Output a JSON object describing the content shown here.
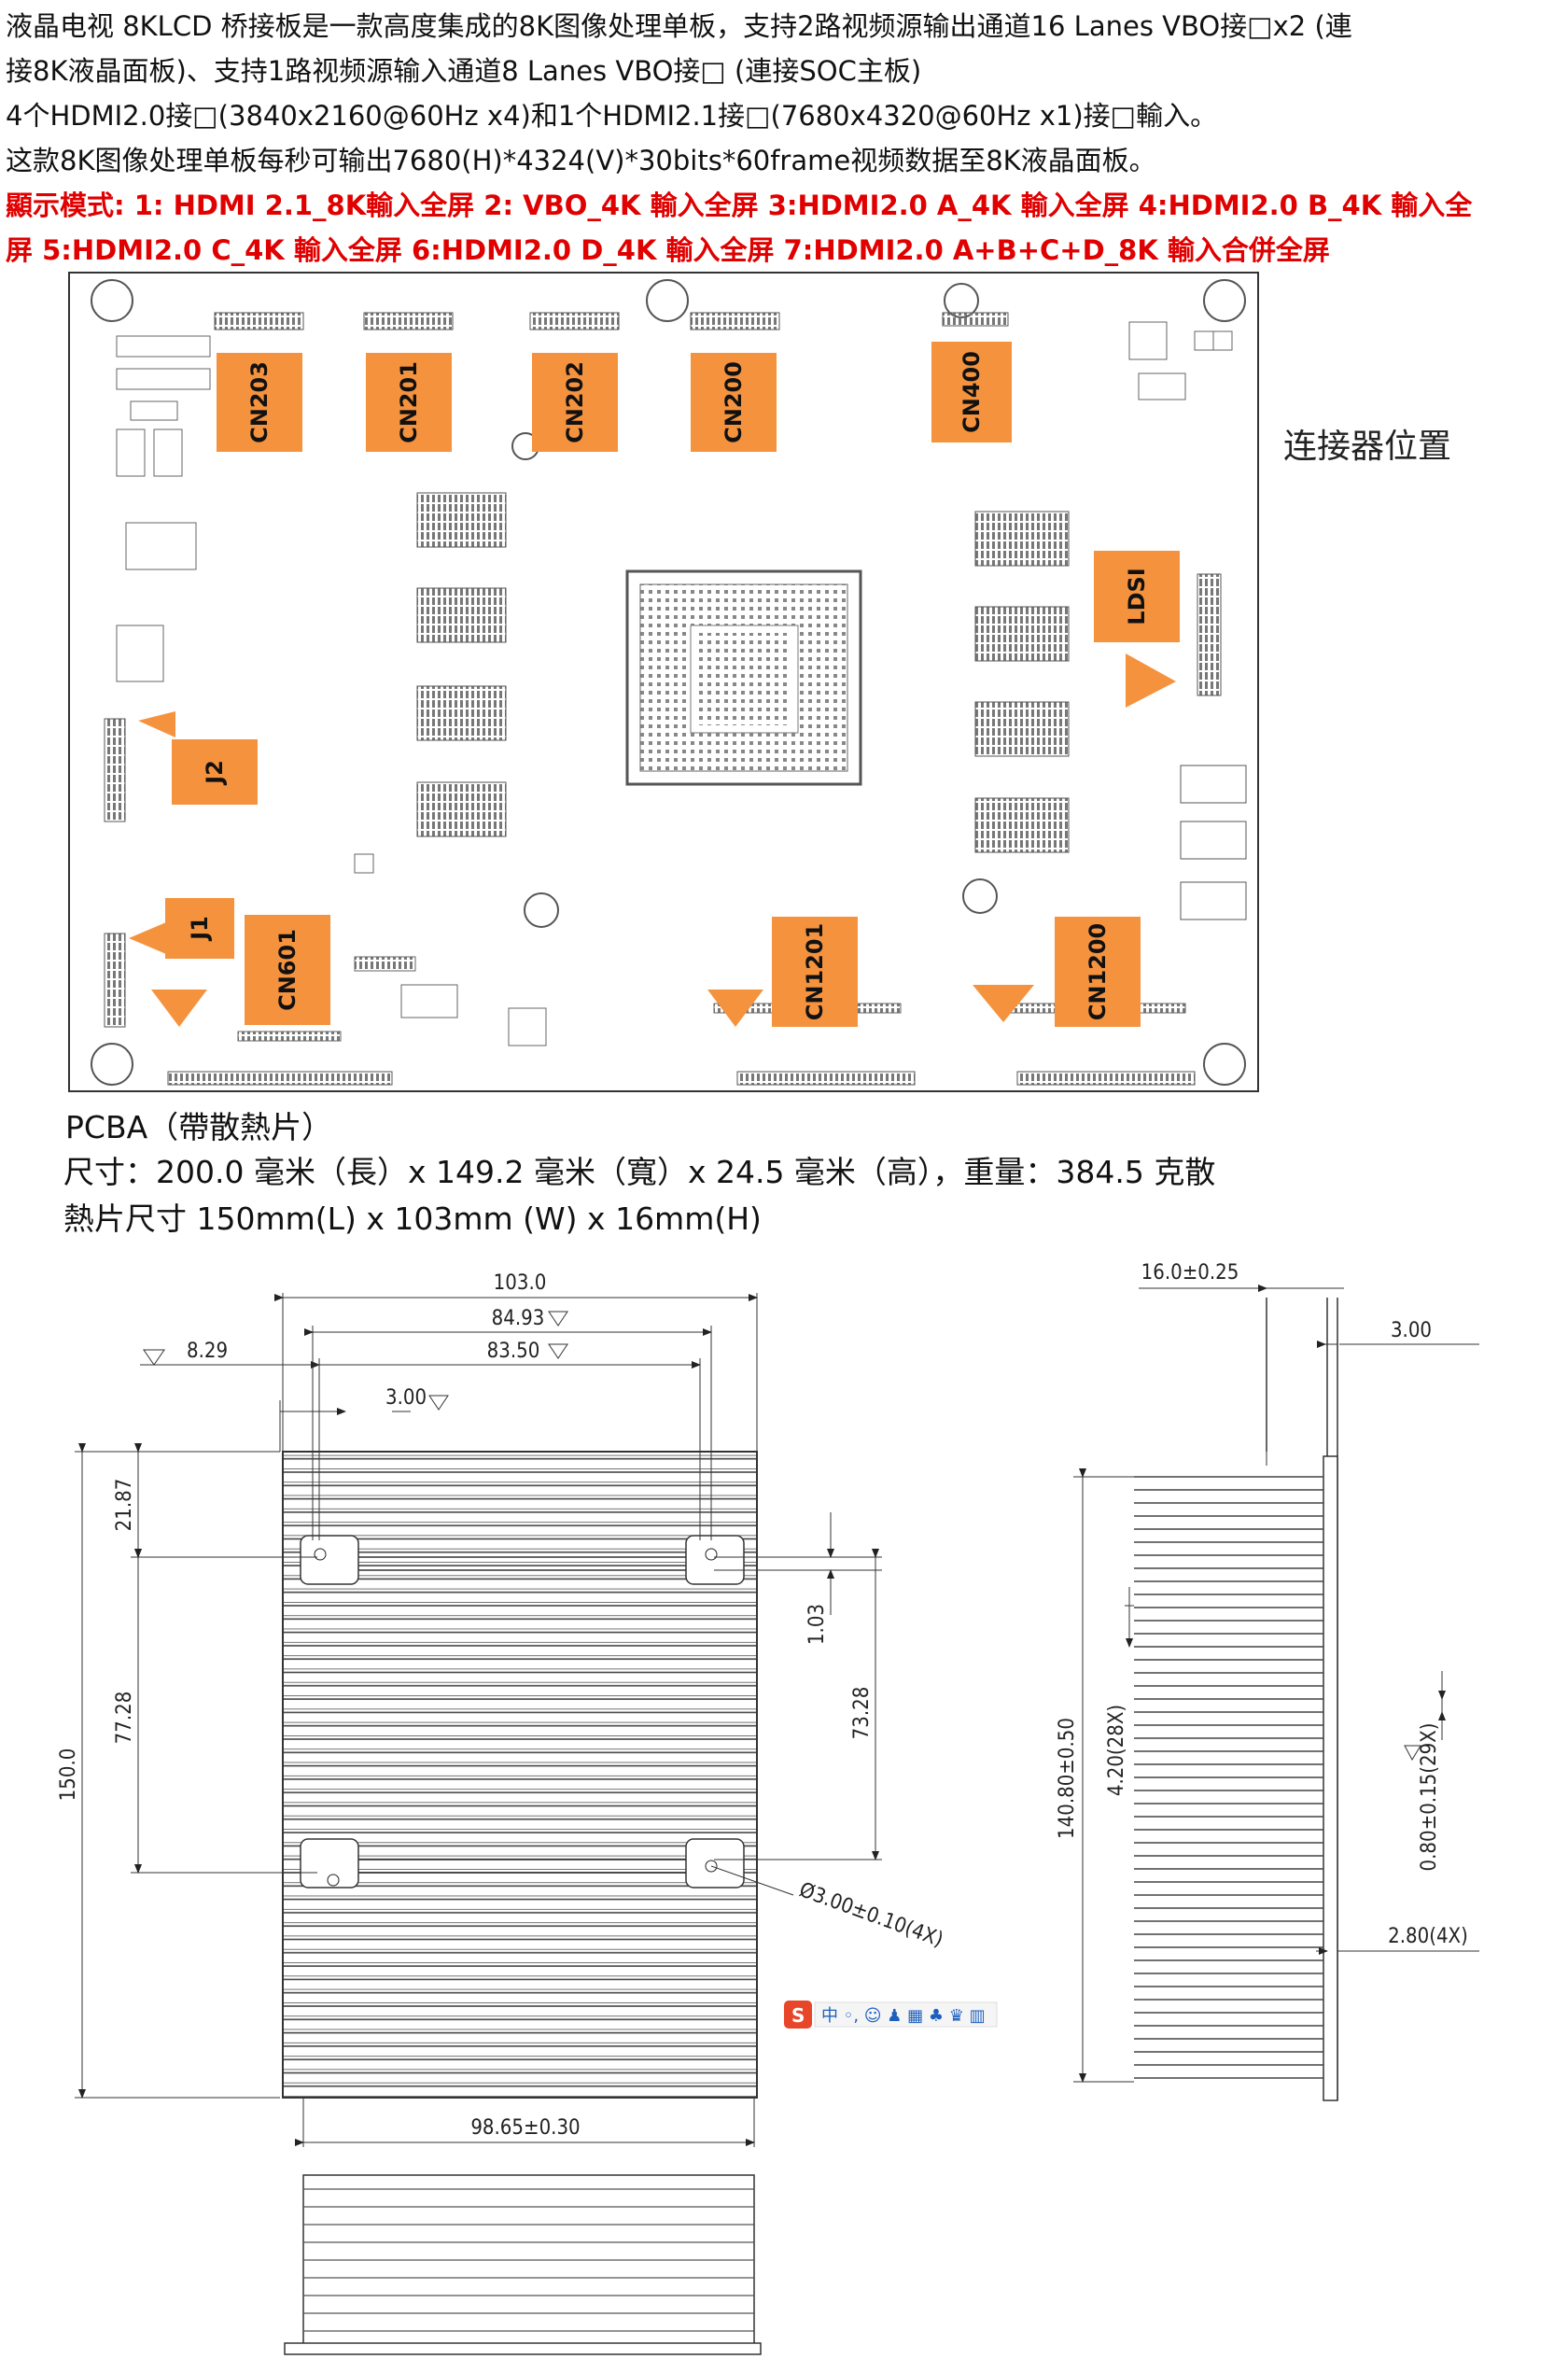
{
  "intro": {
    "line1": "液晶电视 8KLCD 桥接板是一款高度集成的8K图像处理单板，支持2路视频源输出通道16 Lanes  VBO接□x2 (連",
    "line2": "接8K液晶面板)、支持1路视频源输入通道8 Lanes  VBO接□ (連接SOC主板)",
    "line3": "4个HDMI2.0接□(3840x2160@60Hz x4)和1个HDMI2.1接□(7680x4320@60Hz x1)接□輸入。",
    "line4": "这款8K图像处理单板每秒可输出7680(H)*4324(V)*30bits*60frame视频数据至8K液晶面板。",
    "mode_line1": "顯示模式: 1: HDMI 2.1_8K輸入全屏   2: VBO_4K 輸入全屏  3:HDMI2.0 A_4K 輸入全屏  4:HDMI2.0 B_4K 輸入全",
    "mode_line2": "屏  5:HDMI2.0 C_4K 輸入全屏   6:HDMI2.0 D_4K 輸入全屏   7:HDMI2.0 A+B+C+D_8K 輸入合併全屏"
  },
  "board": {
    "section_label": "连接器位置",
    "connectors": {
      "cn203": "CN203",
      "cn201": "CN201",
      "cn202": "CN202",
      "cn200": "CN200",
      "cn400": "CN400",
      "ldsi": "LDSI",
      "j2": "J2",
      "j1": "J1",
      "cn601": "CN601",
      "cn1201": "CN1201",
      "cn1200": "CN1200"
    },
    "highlight_color": "#f5923e"
  },
  "specs": {
    "pcba_title": "PCBA（帶散熱片）",
    "size_line": "尺寸：200.0 毫米（長）x 149.2 毫米（寬）x 24.5 毫米（高），重量：384.5 克散",
    "heatsink_line": "熱片尺寸 150mm(L) x 103mm (W) x 16mm(H)"
  },
  "drawing": {
    "dim_103": "103.0",
    "dim_8493": "84.93",
    "dim_8350": "83.50",
    "dim_829": "8.29",
    "dim_300a": "3.00",
    "dim_2187": "21.87",
    "dim_7728": "77.28",
    "dim_150": "150.0",
    "dim_103b": "1.03",
    "dim_7328": "73.28",
    "dim_hole": "Ø3.00±0.10(4X)",
    "dim_9865": "98.65±0.30",
    "dim_16": "16.0±0.25",
    "dim_300b": "3.00",
    "dim_14080": "140.80±0.50",
    "dim_420": "4.20(28X)",
    "dim_080": "0.80±0.15(29X)",
    "dim_280": "2.80(4X)"
  }
}
